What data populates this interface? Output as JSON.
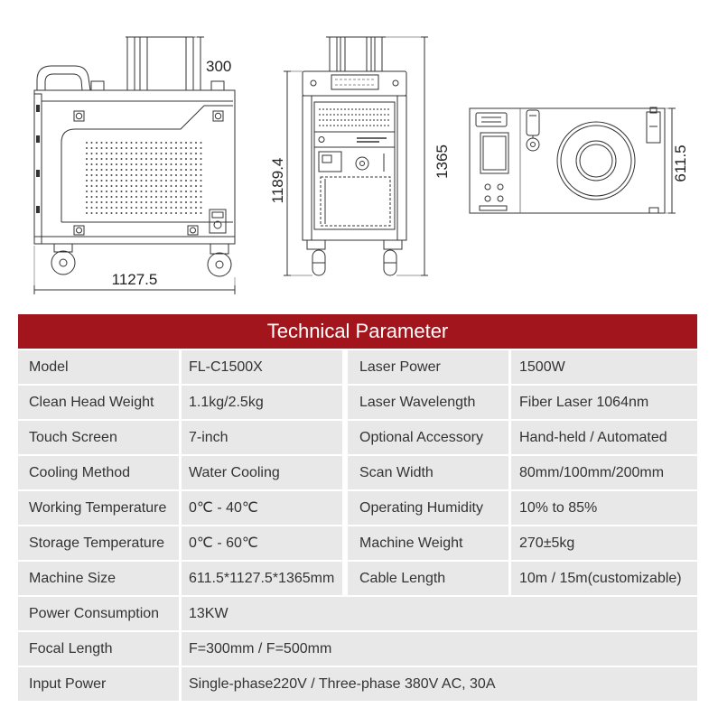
{
  "drawings": {
    "side_view": {
      "handle_dimension": "300",
      "length_dimension": "1127.5"
    },
    "front_view": {
      "body_height_dimension": "1189.4",
      "total_height_dimension": "1365"
    },
    "top_view": {
      "width_dimension": "611.5"
    }
  },
  "colors": {
    "header_background": "#a3151c",
    "cell_background": "#e8e8e8",
    "text": "#333333",
    "title_text": "#ffffff",
    "drawing_line": "#333333"
  },
  "table": {
    "title": "Technical Parameter",
    "rows": [
      {
        "label1": "Model",
        "value1": "FL-C1500X",
        "label2": "Laser Power",
        "value2": "1500W"
      },
      {
        "label1": "Clean Head Weight",
        "value1": "1.1kg/2.5kg",
        "label2": "Laser Wavelength",
        "value2": "Fiber Laser 1064nm"
      },
      {
        "label1": "Touch Screen",
        "value1": "7-inch",
        "label2": "Optional Accessory",
        "value2": "Hand-held / Automated"
      },
      {
        "label1": "Cooling Method",
        "value1": "Water Cooling",
        "label2": "Scan Width",
        "value2": "80mm/100mm/200mm"
      },
      {
        "label1": "Working Temperature",
        "value1": "0℃ - 40℃",
        "label2": "Operating Humidity",
        "value2": "10% to 85%"
      },
      {
        "label1": "Storage Temperature",
        "value1": "0℃ - 60℃",
        "label2": "Machine Weight",
        "value2": "270±5kg"
      },
      {
        "label1": "Machine Size",
        "value1": "611.5*1127.5*1365mm",
        "label2": "Cable Length",
        "value2": "10m / 15m(customizable)"
      },
      {
        "label1": "Power Consumption",
        "value1": "13KW"
      },
      {
        "label1": "Focal Length",
        "value1": "F=300mm / F=500mm"
      },
      {
        "label1": "Input Power",
        "value1": "Single-phase220V / Three-phase 380V AC, 30A"
      }
    ]
  }
}
